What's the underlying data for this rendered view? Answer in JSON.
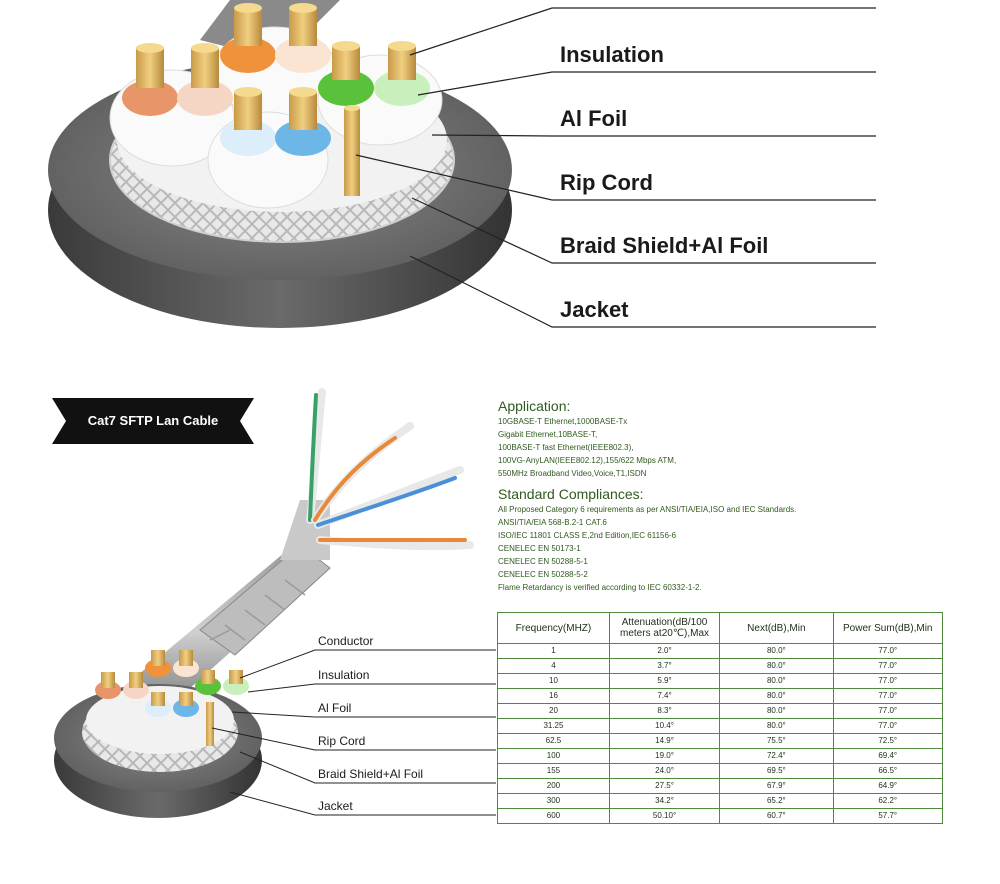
{
  "top_labels": [
    "Insulation",
    "Al Foil",
    "Rip Cord",
    "Braid Shield+Al Foil",
    "Jacket"
  ],
  "badge": "Cat7 SFTP Lan Cable",
  "bottom_labels": [
    "Conductor",
    "Insulation",
    "Al Foil",
    "Rip Cord",
    "Braid Shield+Al Foil",
    "Jacket"
  ],
  "application": {
    "heading": "Application:",
    "lines": [
      "10GBASE-T Ethernet,1000BASE-Tx",
      "Gigabit Ethernet,10BASE-T,",
      "100BASE-T fast Ethernet(IEEE802.3),",
      "100VG-AnyLAN(IEEE802.12),155/622 Mbps ATM,",
      "550MHz Broadband Video,Voice,T1,ISDN"
    ]
  },
  "compliances": {
    "heading": "Standard Compliances:",
    "lines": [
      "All Proposed Category 6 requirements as per ANSI/TIA/EIA,ISO and IEC Standards.",
      "ANSI/TIA/EIA 568-B.2-1 CAT.6",
      "ISO/IEC 11801 CLASS E,2nd Edition,IEC 61156-6",
      "CENELEC EN 50173-1",
      "CENELEC EN 50288-5-1",
      "CENELEC EN 50288-5-2",
      "Flame Retardancy is verified according to IEC 60332-1-2."
    ]
  },
  "table": {
    "headers": [
      "Frequency(MHZ)",
      "Attenuation(dB/100 meters at20℃),Max",
      "Next(dB),Min",
      "Power Sum(dB),Min"
    ],
    "rows": [
      [
        "1",
        "2.0°",
        "80.0°",
        "77.0°"
      ],
      [
        "4",
        "3.7°",
        "80.0°",
        "77.0°"
      ],
      [
        "10",
        "5.9°",
        "80.0°",
        "77.0°"
      ],
      [
        "16",
        "7.4°",
        "80.0°",
        "77.0°"
      ],
      [
        "20",
        "8.3°",
        "80.0°",
        "77.0°"
      ],
      [
        "31.25",
        "10.4°",
        "80.0°",
        "77.0°"
      ],
      [
        "62.5",
        "14.9°",
        "75.5°",
        "72.5°"
      ],
      [
        "100",
        "19.0°",
        "72.4°",
        "69.4°"
      ],
      [
        "155",
        "24.0°",
        "69.5°",
        "66.5°"
      ],
      [
        "200",
        "27.5°",
        "67.9°",
        "64.9°"
      ],
      [
        "300",
        "34.2°",
        "65.2°",
        "62.2°"
      ],
      [
        "600",
        "50.10°",
        "60.7°",
        "57.7°"
      ]
    ]
  },
  "colors": {
    "jacket": "#5c5c5c",
    "spec_text": "#2f5a1e",
    "table_border": "#4f8a3e",
    "conductor": "#d9b25c"
  }
}
